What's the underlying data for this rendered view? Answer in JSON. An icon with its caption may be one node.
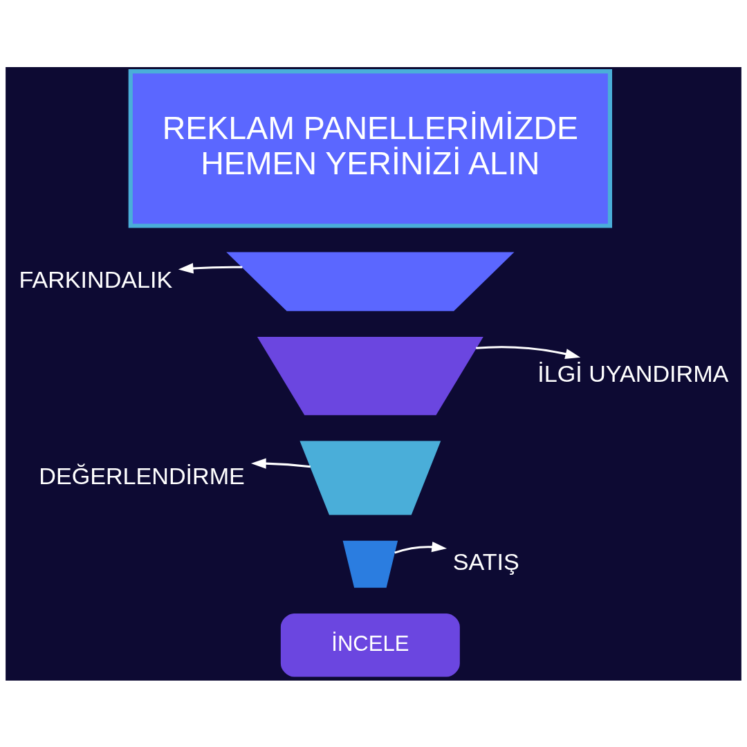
{
  "diagram": {
    "nodes": [
      {
        "text": [
          "REKLAM PANELLERİMİZDE HEMEN YERİNİZİ ALIN"
        ]
      },
      {
        "text": [],
        "shape": "trapezium"
      },
      {
        "text": [
          "FARKINDALIK"
        ]
      },
      {
        "text": [],
        "shape": "trapezium"
      },
      {
        "text": [
          "İLGİ UYANDIRMA"
        ]
      },
      {
        "text": [],
        "shape": "trapezium"
      },
      {
        "text": [
          "DEĞERLENDİRME"
        ]
      },
      {
        "text": [],
        "shape": "trapezium"
      },
      {
        "text": [
          "SATIŞ"
        ]
      },
      {
        "text": [
          "İNCELE"
        ]
      }
    ],
    "edges": [
      {
        "from": 1,
        "to": 2,
        "arrow": "to"
      },
      {
        "from": 3,
        "to": 4,
        "arrow": "to"
      },
      {
        "from": 5,
        "to": 6,
        "arrow": "to"
      },
      {
        "from": 7,
        "to": 8,
        "arrow": "to"
      }
    ]
  }
}
